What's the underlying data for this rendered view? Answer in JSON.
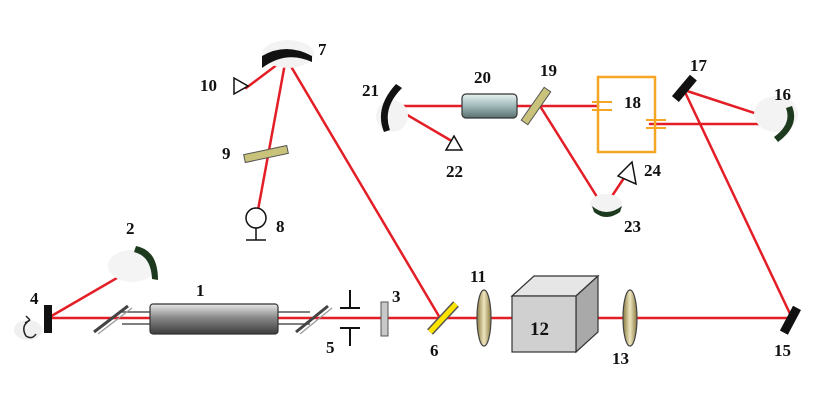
{
  "colors": {
    "beam": "#e41e26",
    "mirror": "#111111",
    "curved_mirror": "#1e3a1e",
    "aperture": "#ffcc33",
    "cell": "#f5a623",
    "crystal": "#b9c9c9",
    "plate": "#c8c27a",
    "lens": "#c9b97a",
    "box": "#d0d0d0"
  },
  "labels": {
    "l1": "1",
    "l2": "2",
    "l3": "3",
    "l4": "4",
    "l5": "5",
    "l6": "6",
    "l7": "7",
    "l8": "8",
    "l9": "9",
    "l10": "10",
    "l11": "11",
    "l12": "12",
    "l13": "13",
    "l15": "15",
    "l16": "16",
    "l17": "17",
    "l18": "18",
    "l19": "19",
    "l20": "20",
    "l21": "21",
    "l22": "22",
    "l23": "23",
    "l24": "24"
  },
  "icons": {
    "detector": "triangle-detector-icon",
    "source": "circle-on-stand-icon",
    "rotation": "counter-clockwise-arrow-icon"
  }
}
